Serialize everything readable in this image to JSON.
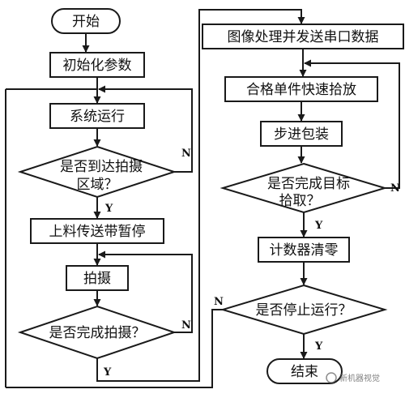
{
  "nodes": {
    "start": "开始",
    "init_params": "初始化参数",
    "system_run": "系统运行",
    "reach_area_line1": "是否到达拍摄",
    "reach_area_line2": "区域？",
    "conveyor_pause": "上料传送带暂停",
    "shoot": "拍摄",
    "shoot_done": "是否完成拍摄？",
    "image_process": "图像处理并发送串口数据",
    "pick_place": "合格单件快速拾放",
    "step_pack": "步进包装",
    "target_done_line1": "是否完成目标",
    "target_done_line2": "拾取？",
    "counter_reset": "计数器清零",
    "stop_run": "是否停止运行？",
    "end": "结束"
  },
  "labels": {
    "yes": "Y",
    "no": "N"
  },
  "watermark": "新机器视觉"
}
